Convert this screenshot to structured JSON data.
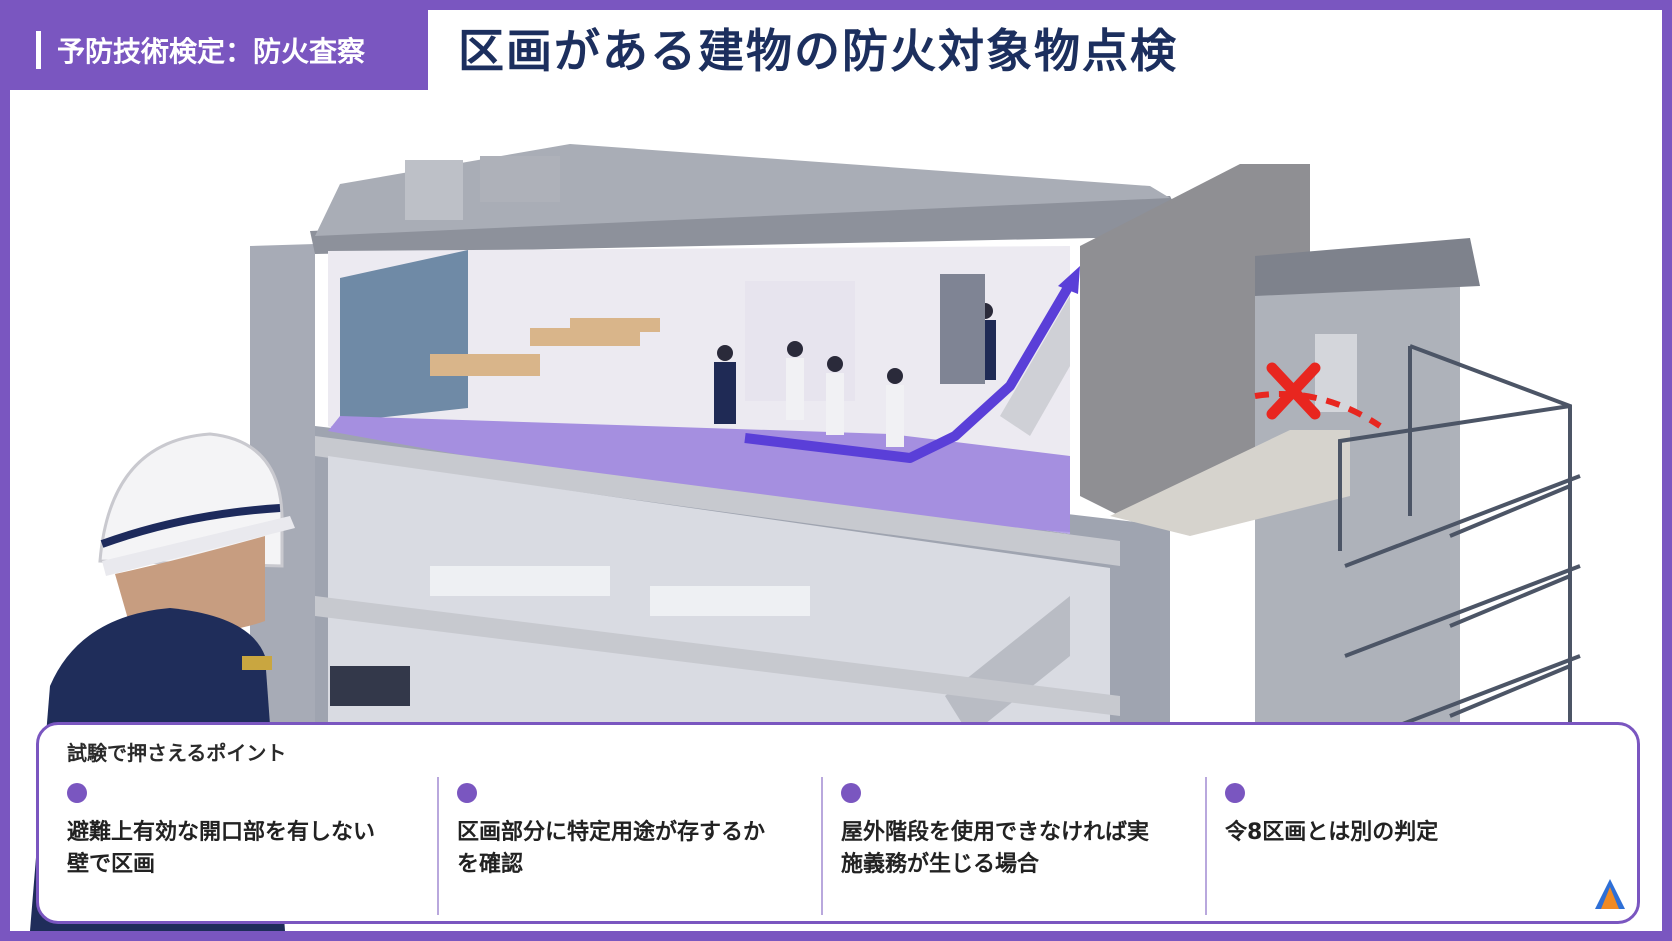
{
  "header": {
    "category_tag": "予防技術検定：防火査察",
    "title": "区画がある建物の防火対象物点検"
  },
  "colors": {
    "accent": "#7a56c0",
    "title": "#1c2f5e",
    "route_arrow": "#5a3fd8",
    "blocked_mark": "#e8261f"
  },
  "illustration": {
    "icons": [
      "inspector-helmet-icon",
      "evacuation-route-arrow-icon",
      "blocked-route-x-icon",
      "exterior-stair-icon"
    ]
  },
  "points": {
    "title": "試験で押さえるポイント",
    "items": [
      {
        "lines": [
          "避難上有効な開口部を有しない",
          "壁で区画"
        ]
      },
      {
        "lines": [
          "区画部分に特定用途が存するか",
          "を確認"
        ]
      },
      {
        "lines": [
          "屋外階段を使用できなければ実",
          "施義務が生じる場合"
        ]
      },
      {
        "lines": [
          "令8区画とは別の判定"
        ]
      }
    ]
  }
}
